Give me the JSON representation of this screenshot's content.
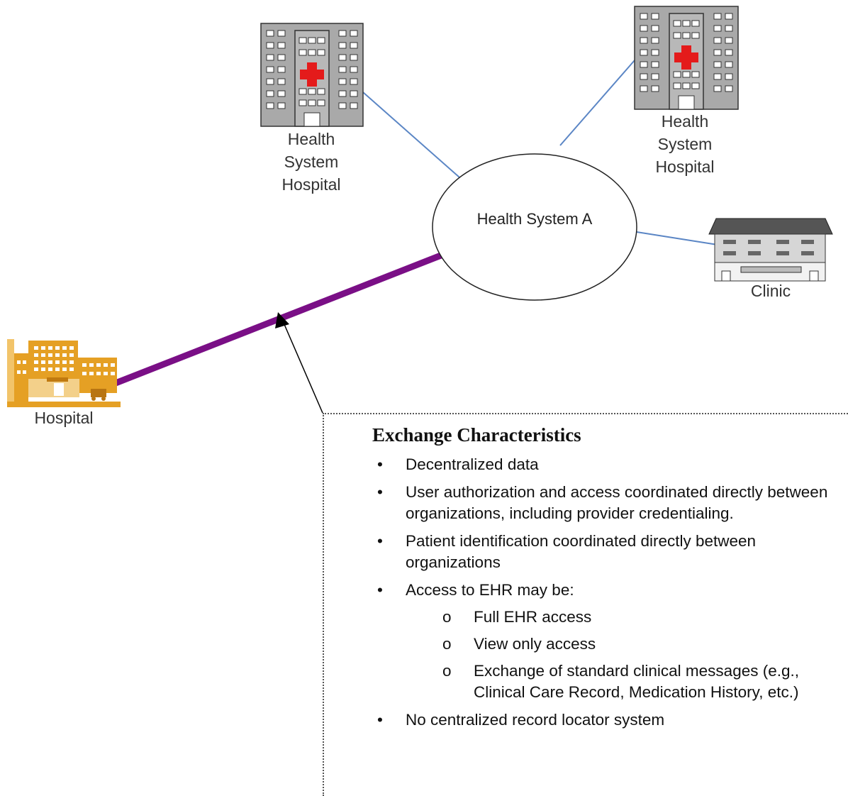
{
  "nodes": {
    "hospital_top_left": "Health\nSystem\nHospital",
    "hospital_top_right": "Health\nSystem\nHospital",
    "center": "Health System A",
    "clinic": "Clinic",
    "external_hospital": "Hospital"
  },
  "colors": {
    "connector": "#5b86c5",
    "exchange_link": "#7a0f86",
    "building_gray": "#a9a9a9",
    "cross_red": "#e41b1b",
    "hospital_orange": "#e5a024"
  },
  "characteristics": {
    "title": "Exchange Characteristics",
    "bullet_marker": "•",
    "sub_marker": "o",
    "items": [
      "Decentralized data",
      "User authorization and access coordinated directly between organizations, including provider credentialing.",
      "Patient identification coordinated directly between organizations",
      "Access to EHR may be:",
      "No centralized record locator system"
    ],
    "sub_items": [
      "Full EHR access",
      "View only access",
      "Exchange of standard clinical messages (e.g., Clinical Care Record, Medication History, etc.)"
    ]
  }
}
